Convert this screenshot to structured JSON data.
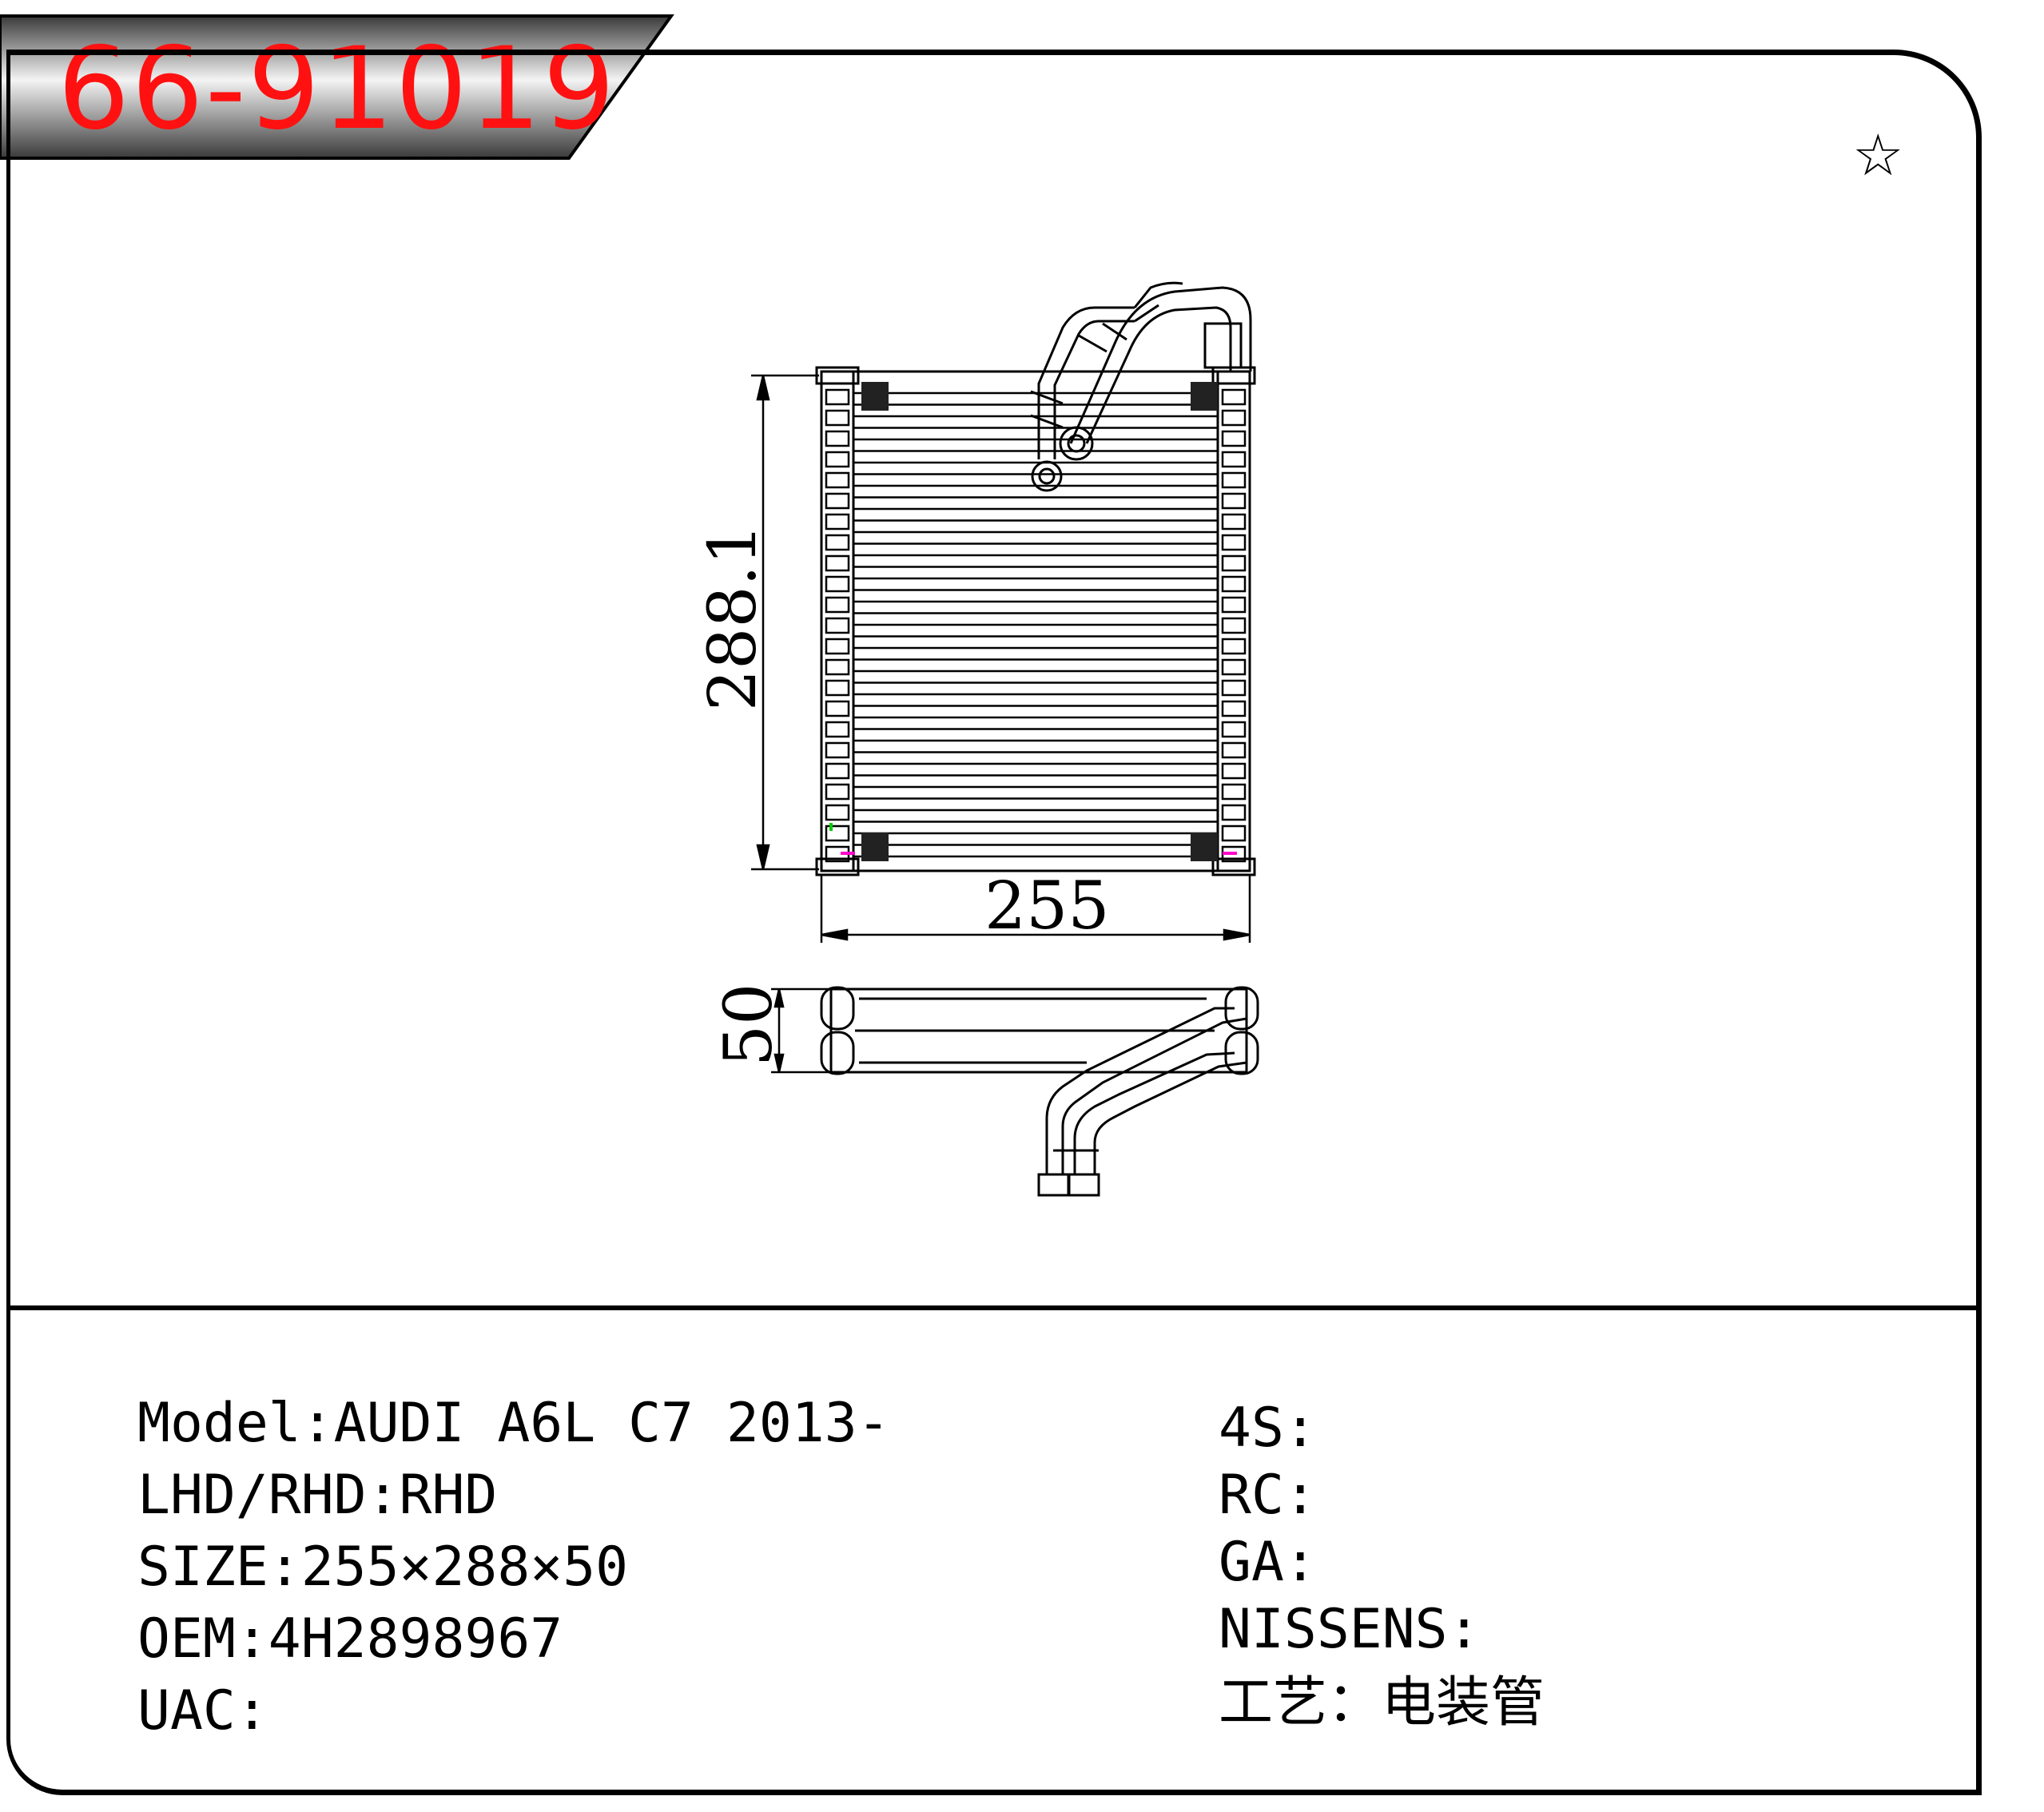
{
  "header": {
    "model_code": "66-91019"
  },
  "marks": {
    "star": "☆"
  },
  "drawing": {
    "dim_height": "288.1",
    "dim_width": "255",
    "dim_depth": "50"
  },
  "specs": {
    "left": [
      {
        "label": "Model",
        "sep": ":",
        "value": "AUDI A6L C7 2013-"
      },
      {
        "label": "LHD/RHD",
        "sep": ":",
        "value": "RHD"
      },
      {
        "label": "SIZE",
        "sep": ":",
        "value": "255×288×50"
      },
      {
        "label": "OEM",
        "sep": ":",
        "value": "4H2898967"
      },
      {
        "label": "UAC",
        "sep": ":",
        "value": ""
      }
    ],
    "right": [
      {
        "label": "4S",
        "sep": ":",
        "value": ""
      },
      {
        "label": "RC",
        "sep": ":",
        "value": ""
      },
      {
        "label": "GA",
        "sep": ":",
        "value": ""
      },
      {
        "label": "NISSENS",
        "sep": ":",
        "value": ""
      },
      {
        "label": "工艺",
        "sep": "：",
        "value": "电装管"
      }
    ]
  }
}
